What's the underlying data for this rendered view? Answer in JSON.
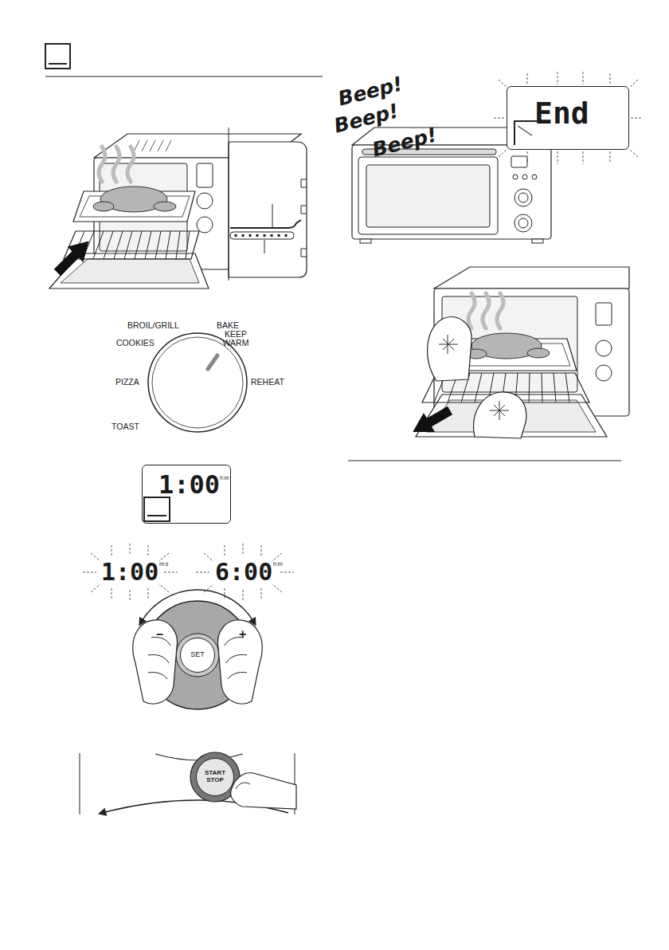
{
  "diagram": {
    "nodes": [
      {
        "text": [
          "1:00",
          "h:m"
        ]
      },
      {
        "text": [
          "SET"
        ]
      },
      {
        "text": [
          "START STOP"
        ]
      },
      {
        "text": [
          "End"
        ]
      }
    ],
    "labels": [
      "BROIL/GRILL",
      "BAKE",
      "KEEP WARM",
      "COOKIES",
      "PIZZA",
      "REHEAT",
      "TOAST",
      "1:00",
      "m:s",
      "6:00",
      "h:m",
      "–",
      "+",
      "Beep!",
      "Beep!",
      "Beep!"
    ]
  }
}
